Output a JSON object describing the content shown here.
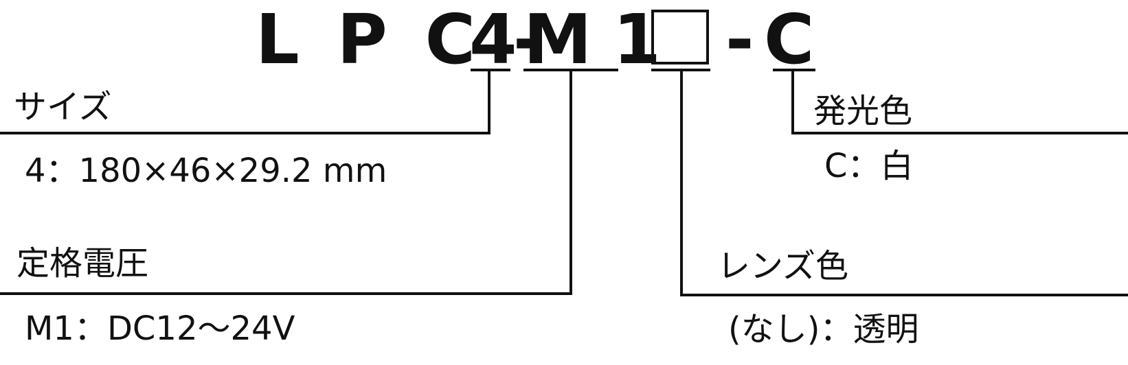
{
  "model_code": {
    "prefix": "L P C - ",
    "size_code": "4",
    "voltage_code": "M 1",
    "lens_placeholder": "",
    "dash": "-",
    "color_code": "C"
  },
  "fields": {
    "size": {
      "label": "サイズ",
      "values": [
        "4：180×46×29.2 mm"
      ]
    },
    "voltage": {
      "label": "定格電圧",
      "values": [
        "M1：DC12〜24V"
      ]
    },
    "emission_color": {
      "label": "発光色",
      "values": [
        "C：白"
      ]
    },
    "lens_color": {
      "label": "レンズ色",
      "values": [
        "(なし)：透明"
      ]
    }
  }
}
